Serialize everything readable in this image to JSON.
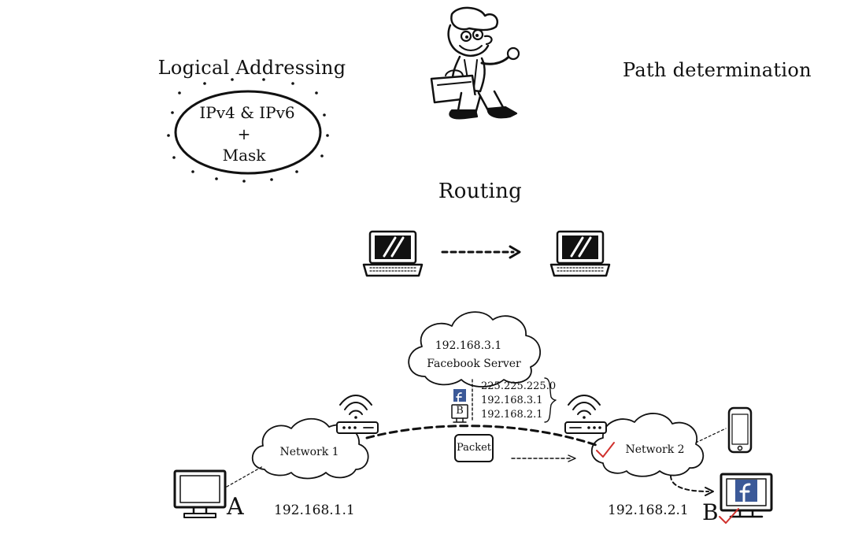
{
  "logical_addressing": {
    "title": "Logical Addressing",
    "line1": "IPv4 & IPv6",
    "line2": "+",
    "line3": "Mask"
  },
  "path_determination": "Path determination",
  "routing": {
    "title": "Routing"
  },
  "network": {
    "server_ip": "192.168.3.1",
    "server_name": "Facebook Server",
    "packet_label": "Packet",
    "packet_fields": [
      "225.225.225.0",
      "192.168.3.1",
      "192.168.2.1"
    ],
    "packet_icon_letter": "B",
    "facebook_letter": "f",
    "network1_label": "Network 1",
    "network2_label": "Network 2",
    "host_a_label": "A",
    "host_b_label": "B",
    "host_a_ip": "192.168.1.1",
    "host_b_ip": "192.168.2.1"
  },
  "colors": {
    "facebook": "#3b5998",
    "check": "#d0312d",
    "ink": "#111111"
  }
}
